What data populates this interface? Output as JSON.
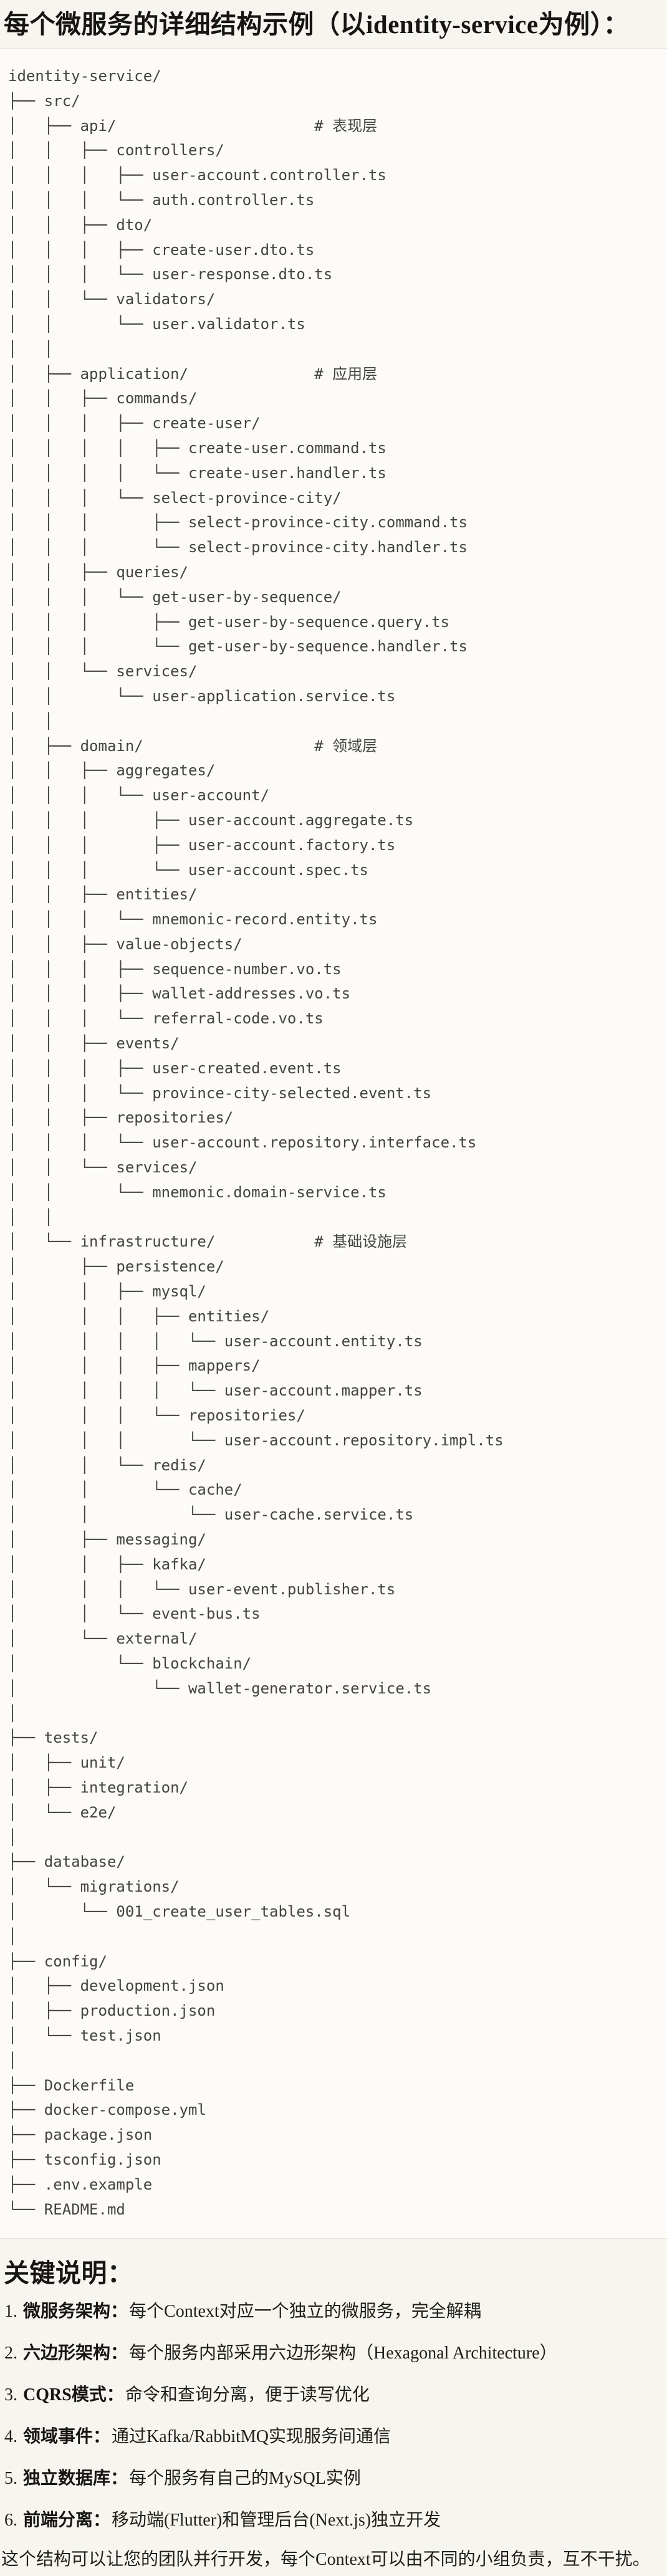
{
  "heading": {
    "text": "每个微服务的详细结构示例（以identity-service为例）："
  },
  "tree": {
    "lines": [
      "identity-service/",
      "├── src/",
      "│   ├── api/                      # 表现层",
      "│   │   ├── controllers/",
      "│   │   │   ├── user-account.controller.ts",
      "│   │   │   └── auth.controller.ts",
      "│   │   ├── dto/",
      "│   │   │   ├── create-user.dto.ts",
      "│   │   │   └── user-response.dto.ts",
      "│   │   └── validators/",
      "│   │       └── user.validator.ts",
      "│   │",
      "│   ├── application/              # 应用层",
      "│   │   ├── commands/",
      "│   │   │   ├── create-user/",
      "│   │   │   │   ├── create-user.command.ts",
      "│   │   │   │   └── create-user.handler.ts",
      "│   │   │   └── select-province-city/",
      "│   │   │       ├── select-province-city.command.ts",
      "│   │   │       └── select-province-city.handler.ts",
      "│   │   ├── queries/",
      "│   │   │   └── get-user-by-sequence/",
      "│   │   │       ├── get-user-by-sequence.query.ts",
      "│   │   │       └── get-user-by-sequence.handler.ts",
      "│   │   └── services/",
      "│   │       └── user-application.service.ts",
      "│   │",
      "│   ├── domain/                   # 领域层",
      "│   │   ├── aggregates/",
      "│   │   │   └── user-account/",
      "│   │   │       ├── user-account.aggregate.ts",
      "│   │   │       ├── user-account.factory.ts",
      "│   │   │       └── user-account.spec.ts",
      "│   │   ├── entities/",
      "│   │   │   └── mnemonic-record.entity.ts",
      "│   │   ├── value-objects/",
      "│   │   │   ├── sequence-number.vo.ts",
      "│   │   │   ├── wallet-addresses.vo.ts",
      "│   │   │   └── referral-code.vo.ts",
      "│   │   ├── events/",
      "│   │   │   ├── user-created.event.ts",
      "│   │   │   └── province-city-selected.event.ts",
      "│   │   ├── repositories/",
      "│   │   │   └── user-account.repository.interface.ts",
      "│   │   └── services/",
      "│   │       └── mnemonic.domain-service.ts",
      "│   │",
      "│   └── infrastructure/           # 基础设施层",
      "│       ├── persistence/",
      "│       │   ├── mysql/",
      "│       │   │   ├── entities/",
      "│       │   │   │   └── user-account.entity.ts",
      "│       │   │   ├── mappers/",
      "│       │   │   │   └── user-account.mapper.ts",
      "│       │   │   └── repositories/",
      "│       │   │       └── user-account.repository.impl.ts",
      "│       │   └── redis/",
      "│       │       └── cache/",
      "│       │           └── user-cache.service.ts",
      "│       ├── messaging/",
      "│       │   ├── kafka/",
      "│       │   │   └── user-event.publisher.ts",
      "│       │   └── event-bus.ts",
      "│       └── external/",
      "│           └── blockchain/",
      "│               └── wallet-generator.service.ts",
      "│",
      "├── tests/",
      "│   ├── unit/",
      "│   ├── integration/",
      "│   └── e2e/",
      "│",
      "├── database/",
      "│   └── migrations/",
      "│       └── 001_create_user_tables.sql",
      "│",
      "├── config/",
      "│   ├── development.json",
      "│   ├── production.json",
      "│   └── test.json",
      "│",
      "├── Dockerfile",
      "├── docker-compose.yml",
      "├── package.json",
      "├── tsconfig.json",
      "├── .env.example",
      "└── README.md"
    ]
  },
  "notes": {
    "heading": "关键说明：",
    "items": [
      {
        "num": "1.",
        "label": "微服务架构",
        "sep": "：",
        "text": "每个Context对应一个独立的微服务，完全解耦"
      },
      {
        "num": "2.",
        "label": "六边形架构",
        "sep": "：",
        "text": "每个服务内部采用六边形架构（Hexagonal Architecture）"
      },
      {
        "num": "3.",
        "label": "CQRS模式",
        "sep": "：",
        "text": "命令和查询分离，便于读写优化"
      },
      {
        "num": "4.",
        "label": "领域事件",
        "sep": "：",
        "text": "通过Kafka/RabbitMQ实现服务间通信"
      },
      {
        "num": "5.",
        "label": "独立数据库",
        "sep": "：",
        "text": "每个服务有自己的MySQL实例"
      },
      {
        "num": "6.",
        "label": "前端分离",
        "sep": "：",
        "text": "移动端(Flutter)和管理后台(Next.js)独立开发"
      }
    ]
  },
  "footer": {
    "text": "这个结构可以让您的团队并行开发，每个Context可以由不同的小组负责，互不干扰。"
  },
  "colors": {
    "page_background": "#f7f5f0",
    "code_background": "#fcfbf8",
    "code_border": "#e7e4dc",
    "code_text": "#44433e",
    "heading_text": "#161511",
    "body_text": "#1f1e19"
  }
}
